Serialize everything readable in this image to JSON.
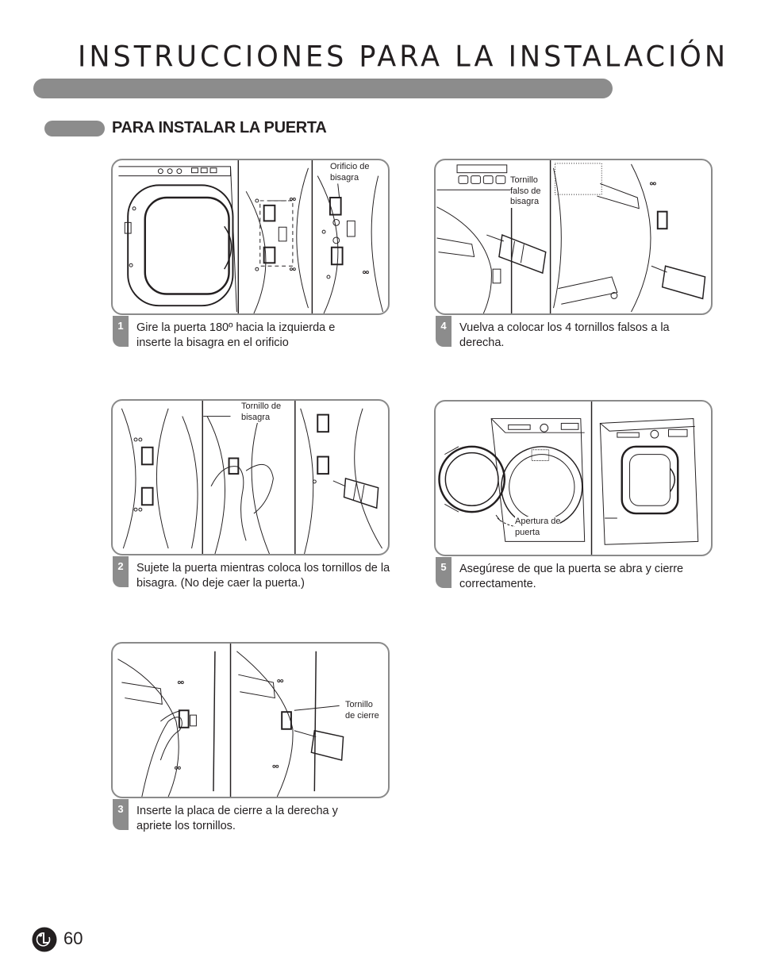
{
  "header": {
    "title": "INSTRUCCIONES PARA LA INSTALACIÓN"
  },
  "section": {
    "title": "PARA INSTALAR LA PUERTA"
  },
  "steps": [
    {
      "number": "1",
      "text": "Gire la puerta 180º hacia la izquierda e inserte la bisagra en el orificio",
      "callout": "Orificio de\nbisagra"
    },
    {
      "number": "2",
      "text": "Sujete la puerta mientras coloca los tornillos de la bisagra. (No deje caer la puerta.)",
      "callout": "Tornillo de\nbisagra"
    },
    {
      "number": "3",
      "text": "Inserte la placa de cierre a la derecha y apriete los tornillos.",
      "callout": "Tornillo\nde cierre"
    },
    {
      "number": "4",
      "text": "Vuelva a colocar los 4 tornillos falsos a la derecha.",
      "callout": "Tornillo\nfalso de\nbisagra"
    },
    {
      "number": "5",
      "text": "Asegúrese de que la puerta se abra y cierre correctamente.",
      "callout": "Apertura de\npuerta"
    }
  ],
  "footer": {
    "page_number": "60",
    "logo": "lg-logo-icon"
  },
  "colors": {
    "accent_gray": "#8c8c8c",
    "text": "#231f20"
  }
}
